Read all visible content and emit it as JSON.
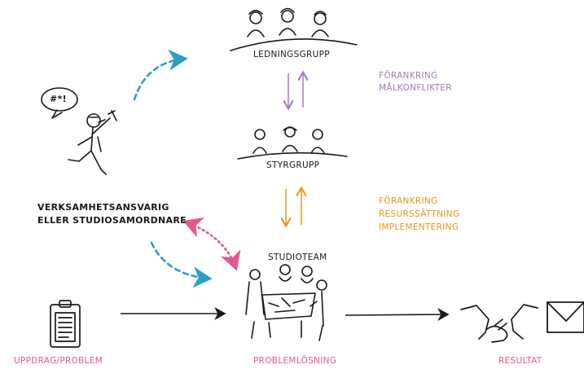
{
  "labels": {
    "ledningsgrupp": "LEDNINGSGRUPP",
    "styrgrupp": "STYRGRUPP",
    "studioteam": "STUDIOTEAM",
    "verksamhet_line1": "VERKSAMHETSANSVARIG",
    "verksamhet_line2": "ELLER STUDIOSAMORDNARE",
    "speech_bubble": "#*!",
    "uppdrag": "UPPDRAG/PROBLEM",
    "problemlosning": "PROBLEMLÖSNING",
    "resultat": "RESULTAT"
  },
  "notes": {
    "purple": [
      "FÖRANKRING",
      "MÅLKONFLIKTER"
    ],
    "orange": [
      "FÖRANKRING",
      "RESURSSÄTTNING",
      "IMPLEMENTERING"
    ]
  },
  "colors": {
    "ink": "#1a1a1a",
    "orange": "#e6951c",
    "purple": "#a77ab8",
    "pink": "#e8568d",
    "cyan": "#2b9fc6"
  },
  "icons": [
    "clipboard-icon",
    "handshake-icon",
    "envelope-icon",
    "manager-figure-icon",
    "ledningsgrupp-people-icon",
    "styrgrupp-people-icon",
    "studioteam-people-icon"
  ]
}
